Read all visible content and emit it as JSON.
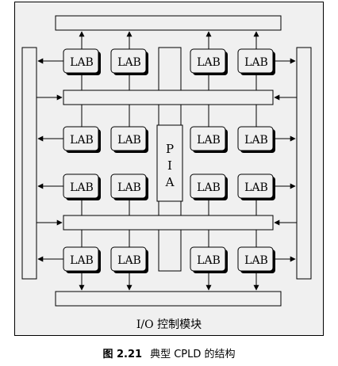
{
  "diagram": {
    "lab_label": "LAB",
    "pia_letters": [
      "P",
      "I",
      "A"
    ],
    "io_block_label": "I/O 控制模块",
    "caption_number": "图 2.21",
    "caption_text": "典型 CPLD 的结构"
  }
}
